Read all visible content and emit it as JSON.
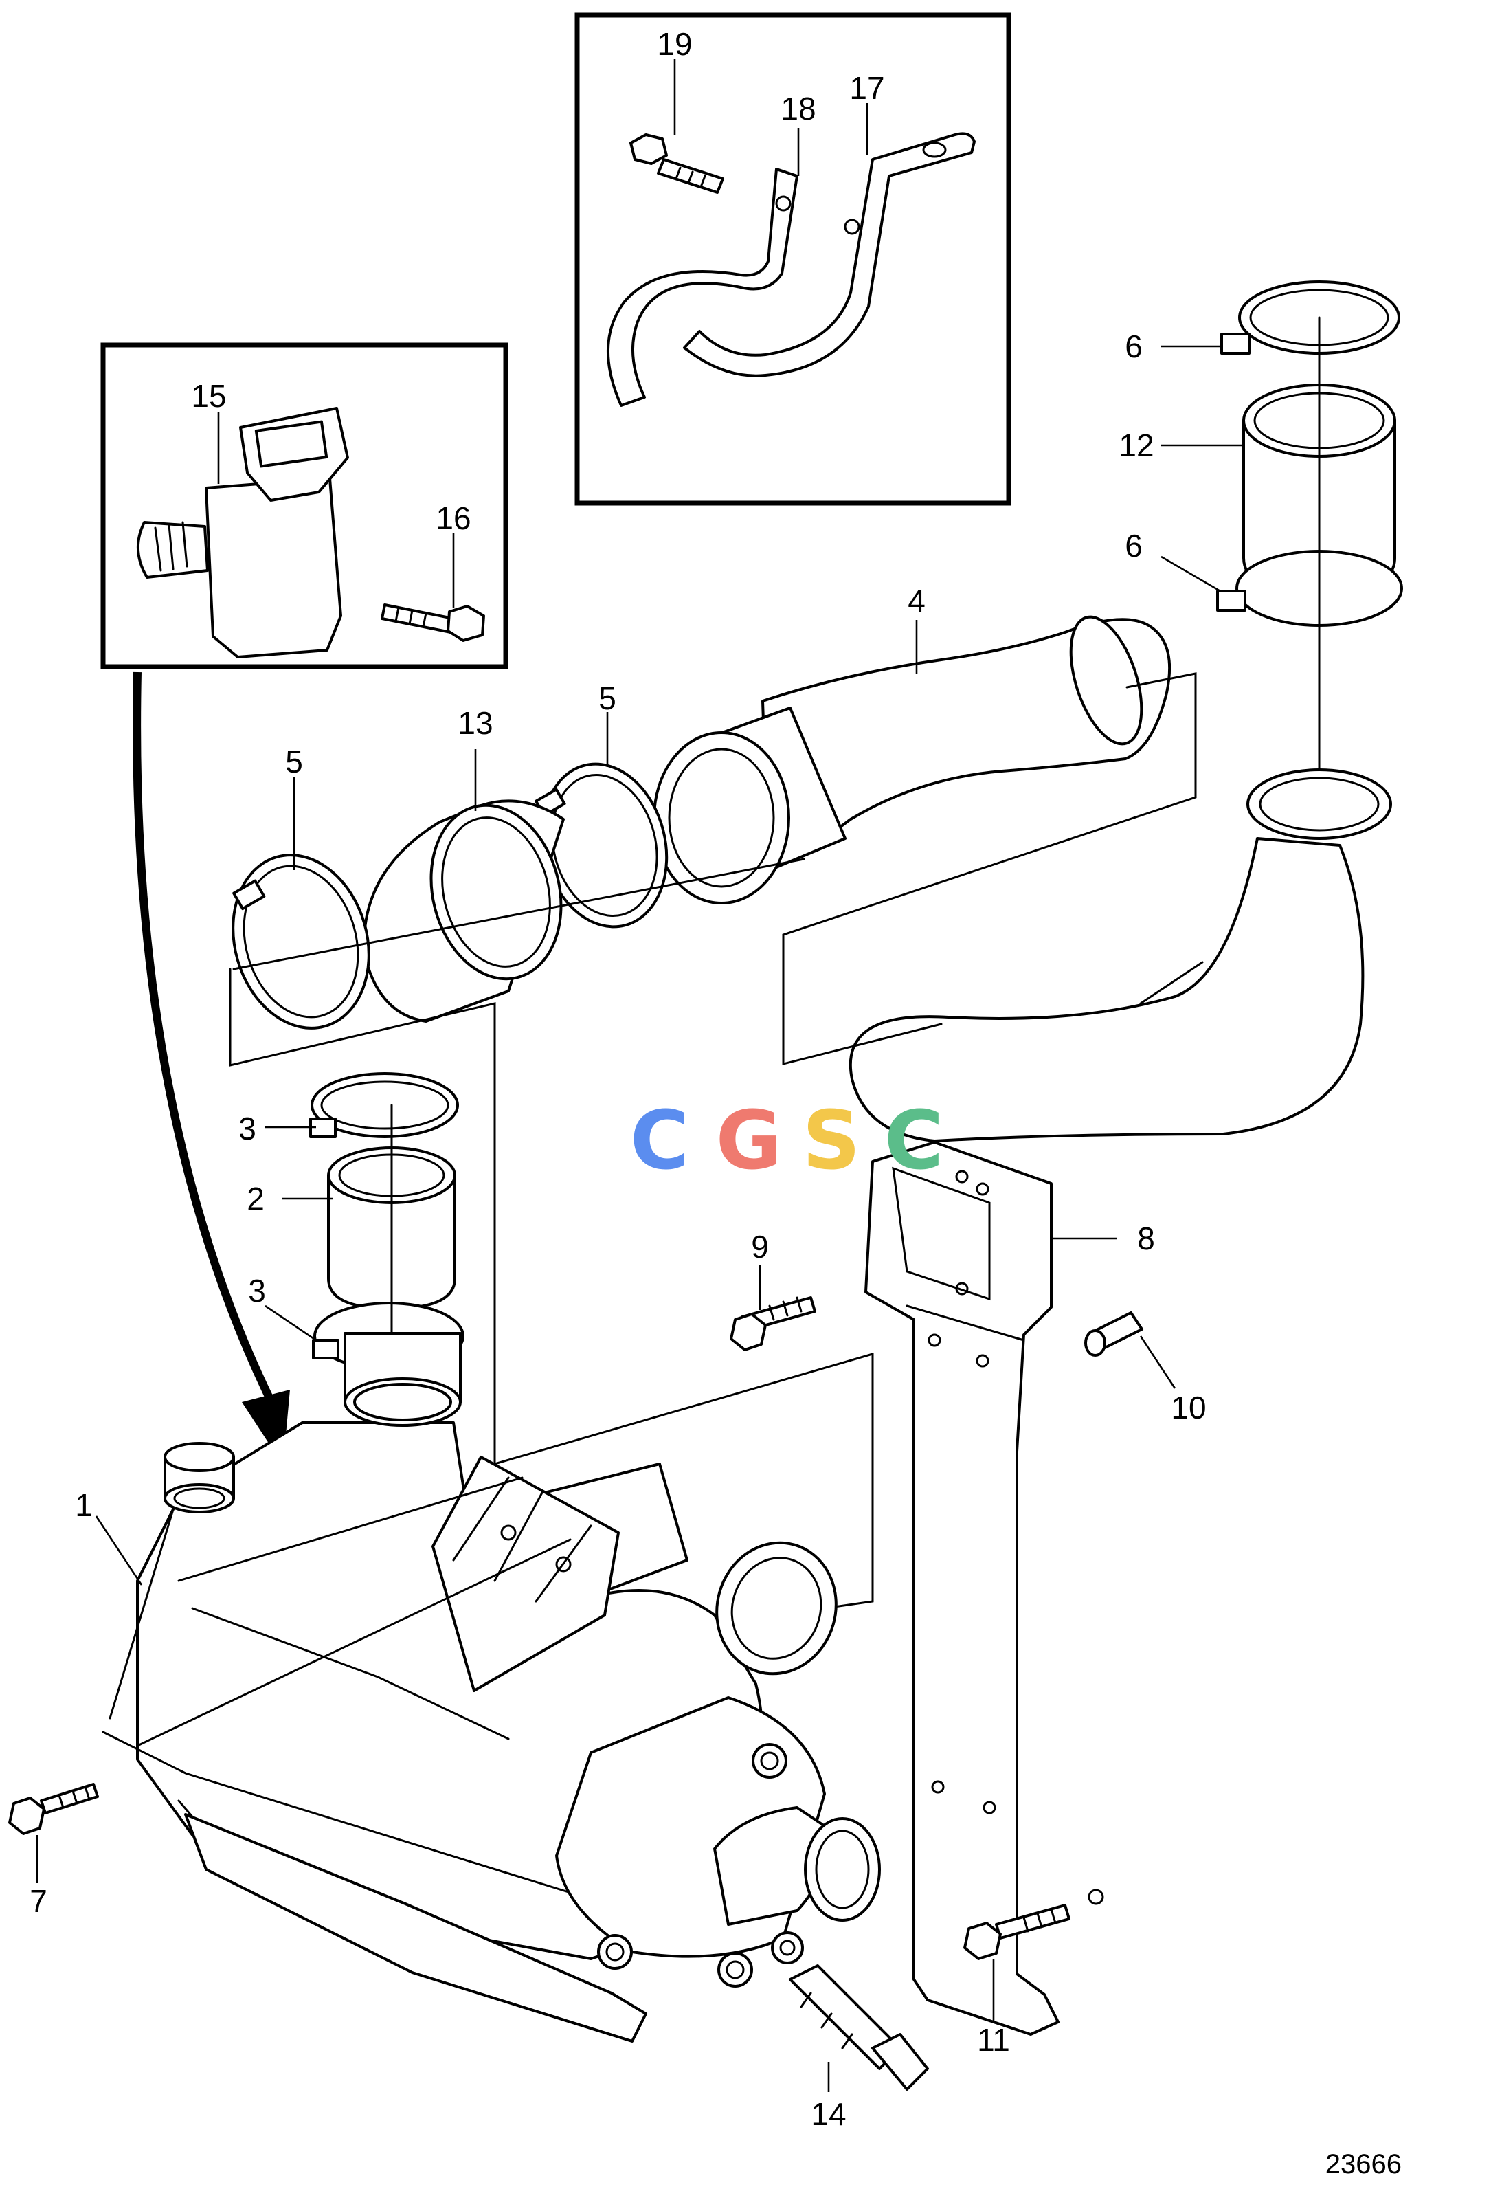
{
  "figure_number": "23666",
  "watermark": {
    "letters": [
      "C",
      "G",
      "S",
      "C"
    ],
    "colors": [
      "#5b8def",
      "#ef7a6f",
      "#f3c74a",
      "#5bbd8a"
    ]
  },
  "callouts": [
    {
      "id": "c1",
      "label": "1"
    },
    {
      "id": "c2",
      "label": "2"
    },
    {
      "id": "c3a",
      "label": "3"
    },
    {
      "id": "c3b",
      "label": "3"
    },
    {
      "id": "c4",
      "label": "4"
    },
    {
      "id": "c5a",
      "label": "5"
    },
    {
      "id": "c5b",
      "label": "5"
    },
    {
      "id": "c6a",
      "label": "6"
    },
    {
      "id": "c6b",
      "label": "6"
    },
    {
      "id": "c7",
      "label": "7"
    },
    {
      "id": "c8",
      "label": "8"
    },
    {
      "id": "c9",
      "label": "9"
    },
    {
      "id": "c10",
      "label": "10"
    },
    {
      "id": "c11",
      "label": "11"
    },
    {
      "id": "c12",
      "label": "12"
    },
    {
      "id": "c13",
      "label": "13"
    },
    {
      "id": "c14",
      "label": "14"
    },
    {
      "id": "c15",
      "label": "15"
    },
    {
      "id": "c16",
      "label": "16"
    },
    {
      "id": "c17",
      "label": "17"
    },
    {
      "id": "c18",
      "label": "18"
    },
    {
      "id": "c19",
      "label": "19"
    }
  ]
}
